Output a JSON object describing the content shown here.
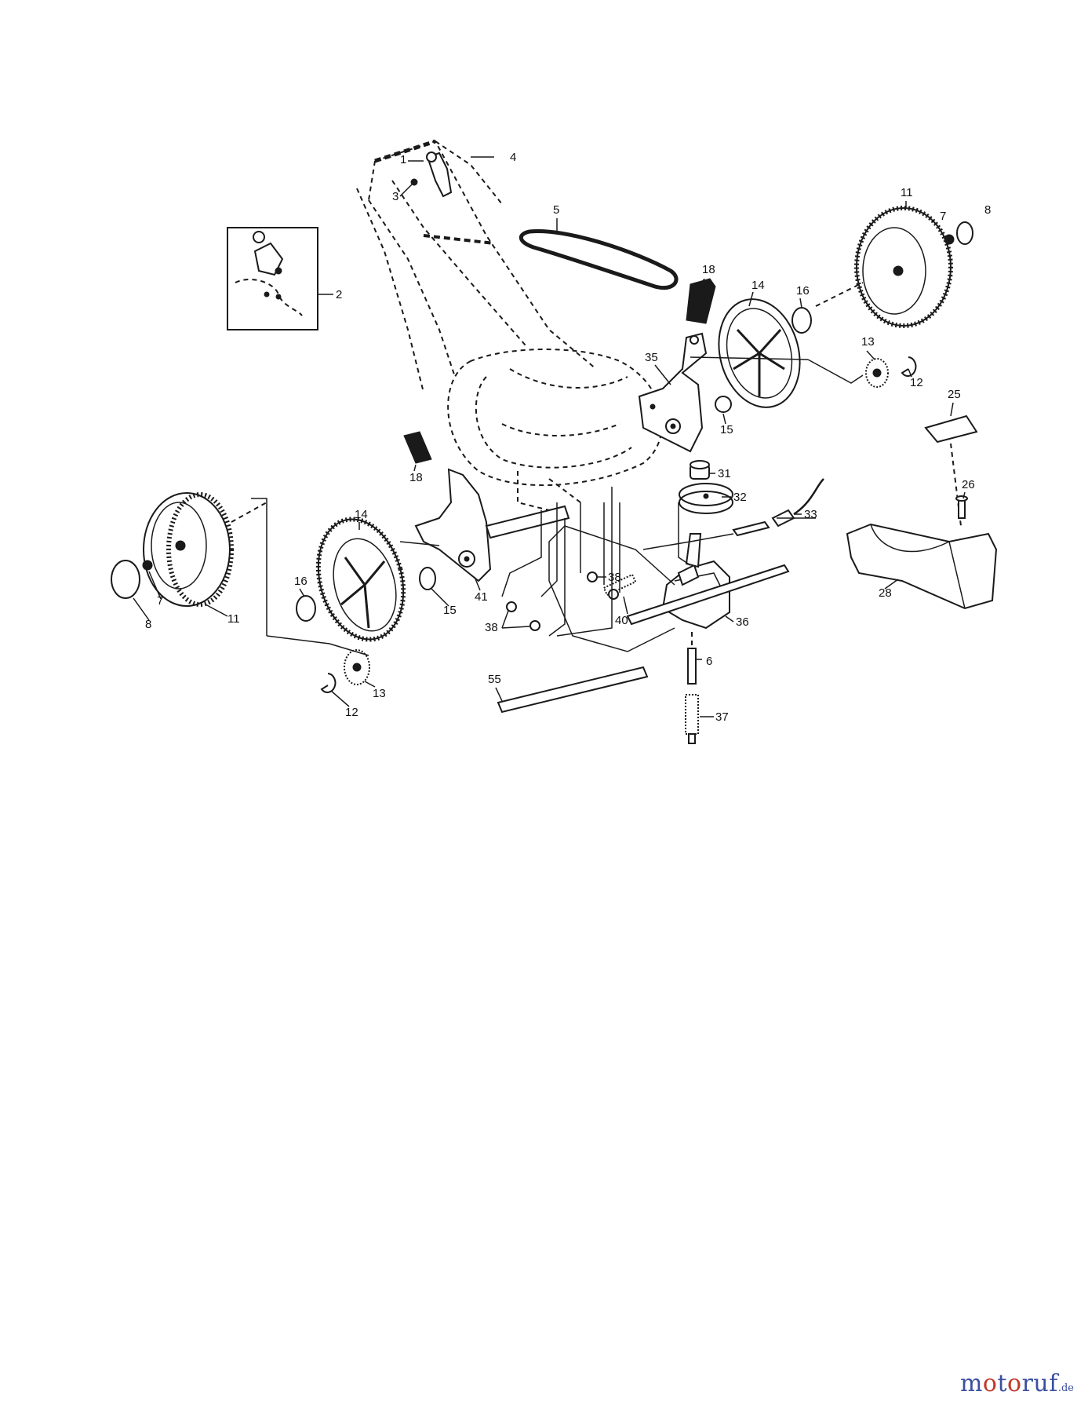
{
  "watermark": {
    "brand_a": "m",
    "brand_o1": "o",
    "brand_b": "t",
    "brand_o2": "o",
    "brand_c": "ruf",
    "tld": ".de"
  },
  "labels": {
    "p1": "1",
    "p2": "2",
    "p3": "3",
    "p4": "4",
    "p5": "5",
    "p6": "6",
    "p7a": "7",
    "p7b": "7",
    "p8a": "8",
    "p8b": "8",
    "p11a": "11",
    "p11b": "11",
    "p12a": "12",
    "p12b": "12",
    "p13a": "13",
    "p13b": "13",
    "p14a": "14",
    "p14b": "14",
    "p15a": "15",
    "p15b": "15",
    "p16a": "16",
    "p16b": "16",
    "p18a": "18",
    "p18b": "18",
    "p25": "25",
    "p26": "26",
    "p28": "28",
    "p31": "31",
    "p32": "32",
    "p33": "33",
    "p35": "35",
    "p36": "36",
    "p37": "37",
    "p38a": "38",
    "p38b": "38",
    "p40": "40",
    "p41": "41",
    "p55": "55"
  }
}
